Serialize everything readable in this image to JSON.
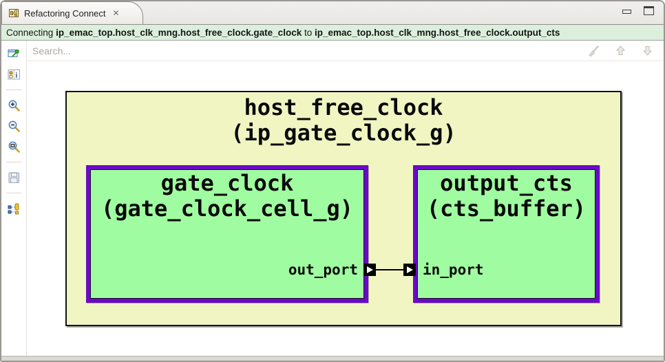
{
  "window": {
    "tab_title": "Refactoring Connect",
    "tab_close_glyph": "✕"
  },
  "message_bar": {
    "prefix": "Connecting ",
    "source_path": "ip_emac_top.host_clk_mng.host_free_clock.gate_clock",
    "connector": " to ",
    "target_path": "ip_emac_top.host_clk_mng.host_free_clock.output_cts"
  },
  "search": {
    "placeholder": "Search..."
  },
  "toolbar_icons": [
    "pin-editor-icon",
    "properties-info-icon",
    "zoom-in-icon",
    "zoom-out-icon",
    "zoom-fit-icon",
    "save-icon",
    "connect-validate-icon"
  ],
  "search_icons": [
    "clear-brush-icon",
    "arrow-up-icon",
    "arrow-down-icon"
  ],
  "window_icons": [
    "minimize-icon",
    "maximize-icon",
    "refactoring-connect-icon"
  ],
  "diagram": {
    "container": {
      "name": "host_free_clock",
      "type": "(ip_gate_clock_g)"
    },
    "source_block": {
      "name": "gate_clock",
      "type": "(gate_clock_cell_g)",
      "port_label": "out_port"
    },
    "target_block": {
      "name": "output_cts",
      "type": "(cts_buffer)",
      "port_label": "in_port"
    }
  },
  "colors": {
    "container_fill": "#f0f5c2",
    "block_fill": "#a0fca0",
    "block_border": "#6a0ac8",
    "message_bar_bg": "#dcefdc"
  }
}
